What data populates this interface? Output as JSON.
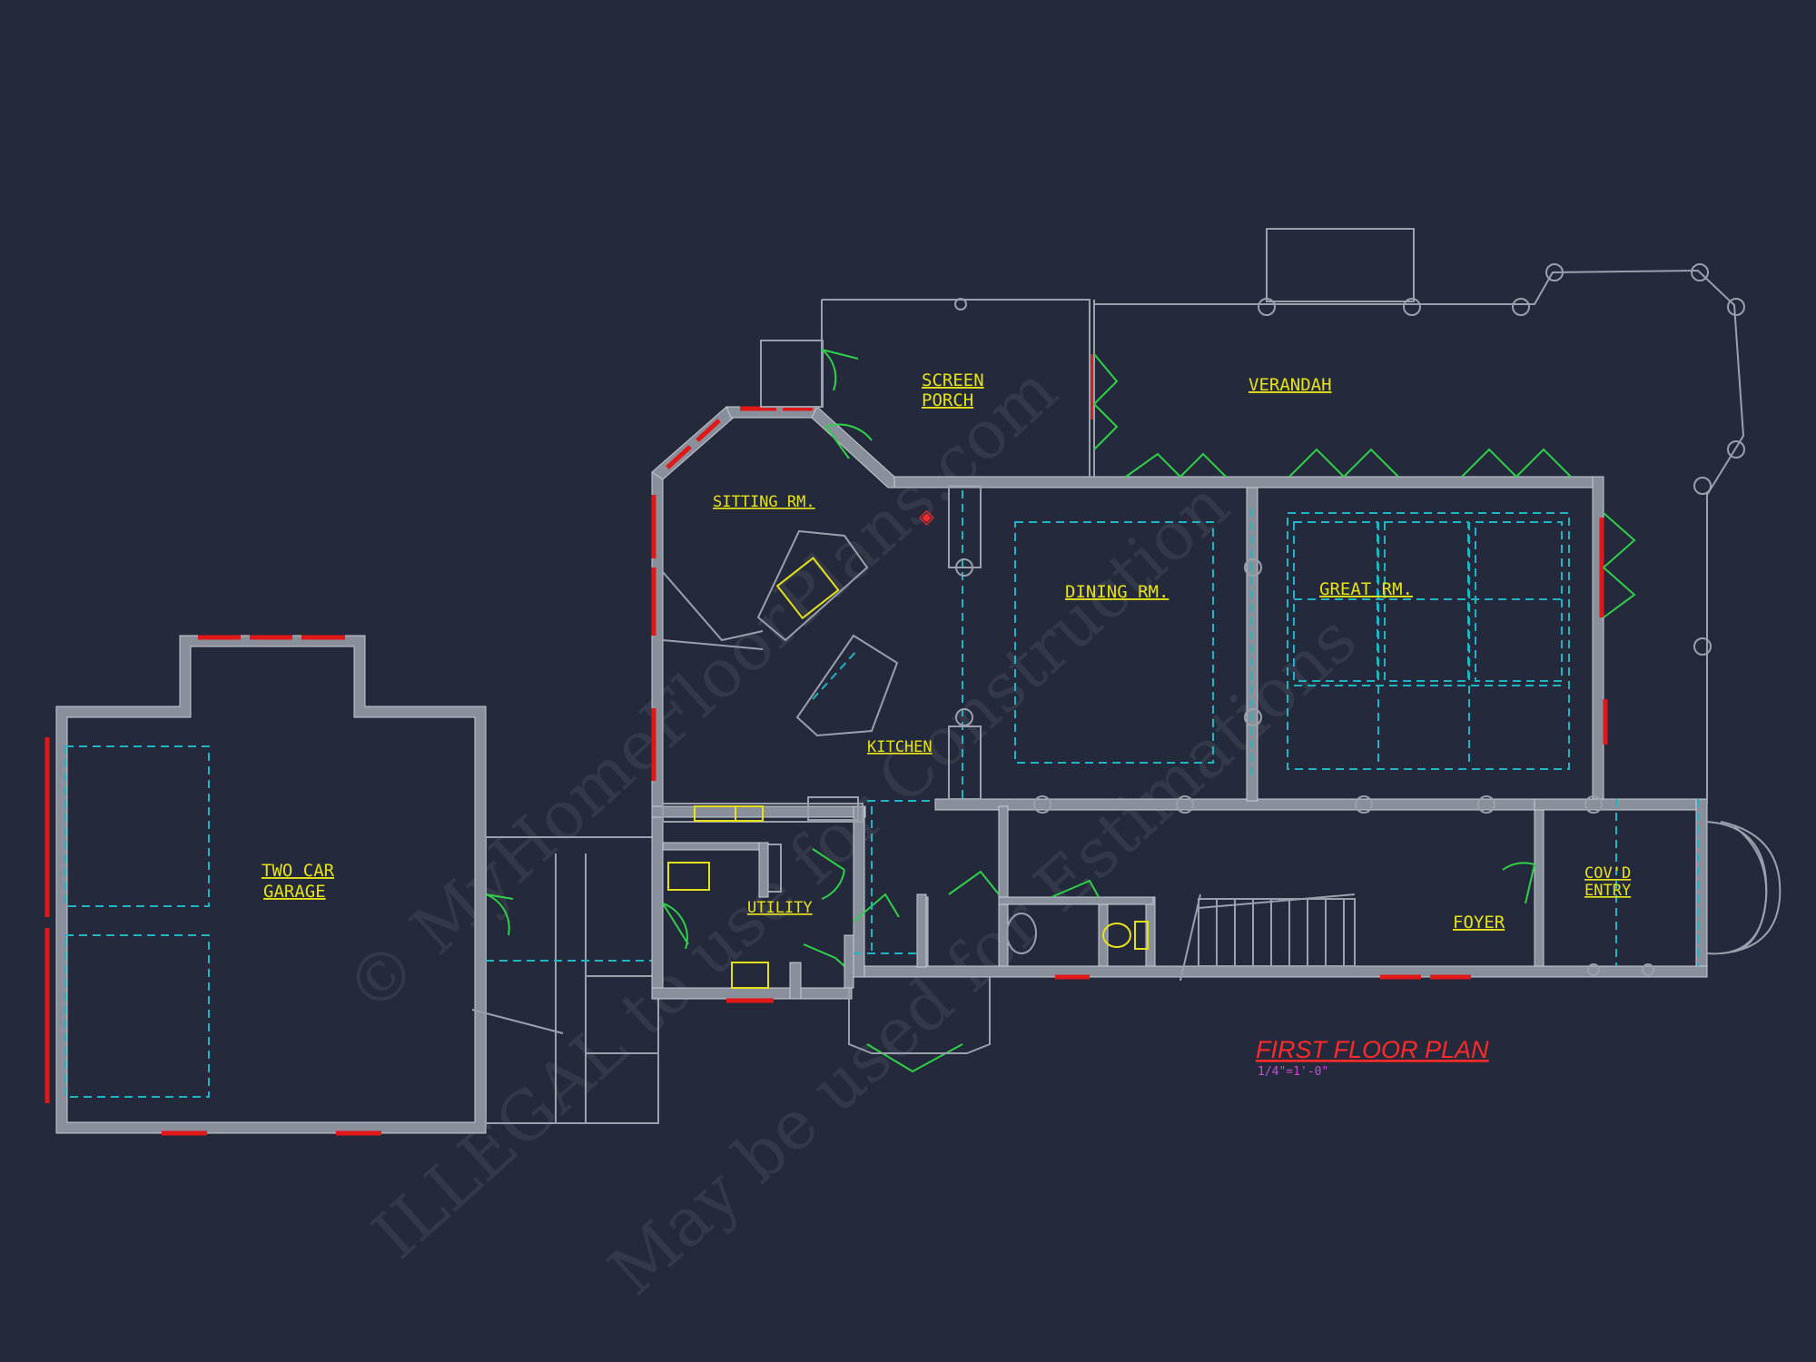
{
  "plan": {
    "title": "FIRST FLOOR PLAN",
    "scale": "1/4\"=1'-0\"",
    "rooms": {
      "garage_line1": "TWO CAR",
      "garage_line2": "GARAGE",
      "screen_porch_line1": "SCREEN",
      "screen_porch_line2": "PORCH",
      "verandah": "VERANDAH",
      "sitting": "SITTING RM.",
      "dining": "DINING RM.",
      "great": "GREAT RM.",
      "kitchen": "KITCHEN",
      "utility": "UTILITY",
      "foyer": "FOYER",
      "entry_line1": "COV'D",
      "entry_line2": "ENTRY"
    }
  },
  "watermark": {
    "line1": "© MyHomeFloorPlans.com",
    "line2": "ILLEGAL to use for Construction",
    "line3": "May be used for Estimations"
  },
  "colors": {
    "background": "#242a3b",
    "room_label": "#e6e21a",
    "title": "#ff2a2a",
    "doors": "#2fd14a",
    "windows": "#e01818",
    "hidden_lines": "#1fb5c4"
  }
}
